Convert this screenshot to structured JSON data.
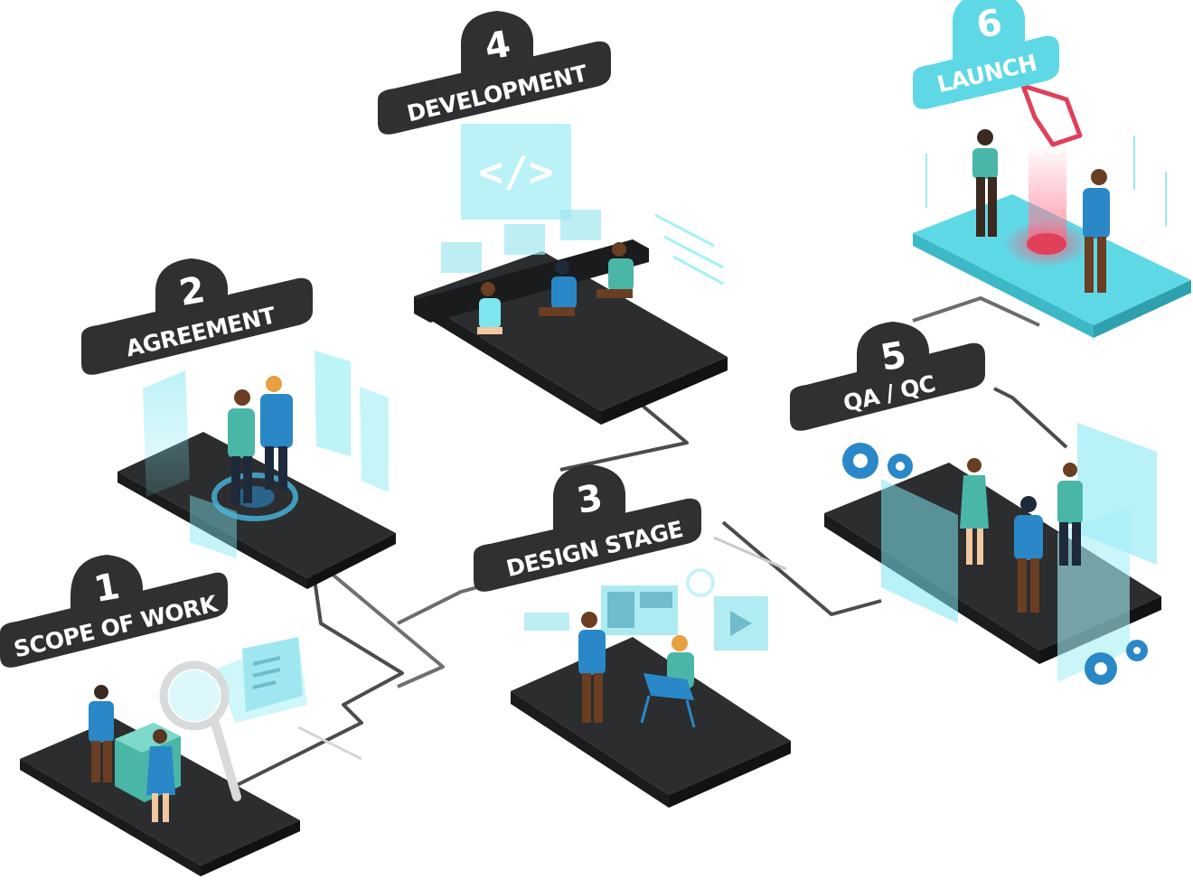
{
  "steps": [
    {
      "number": "1",
      "label": "SCOPE OF WORK"
    },
    {
      "number": "2",
      "label": "AGREEMENT"
    },
    {
      "number": "3",
      "label": "DESIGN STAGE"
    },
    {
      "number": "4",
      "label": "DEVELOPMENT"
    },
    {
      "number": "5",
      "label": "QA / QC"
    },
    {
      "number": "6",
      "label": "LAUNCH"
    }
  ],
  "colors": {
    "platform_top": "#2b2d2e",
    "platform_side": "#1a1b1c",
    "badge_dark": "#2e3031",
    "badge_light": "#5fd8e6",
    "accent_cyan": "#7ee6f0",
    "accent_teal": "#49b6a7",
    "accent_blue": "#2a88c8",
    "accent_red": "#e0405a",
    "connector": "#4a4c4e"
  },
  "code_symbol": "</>"
}
